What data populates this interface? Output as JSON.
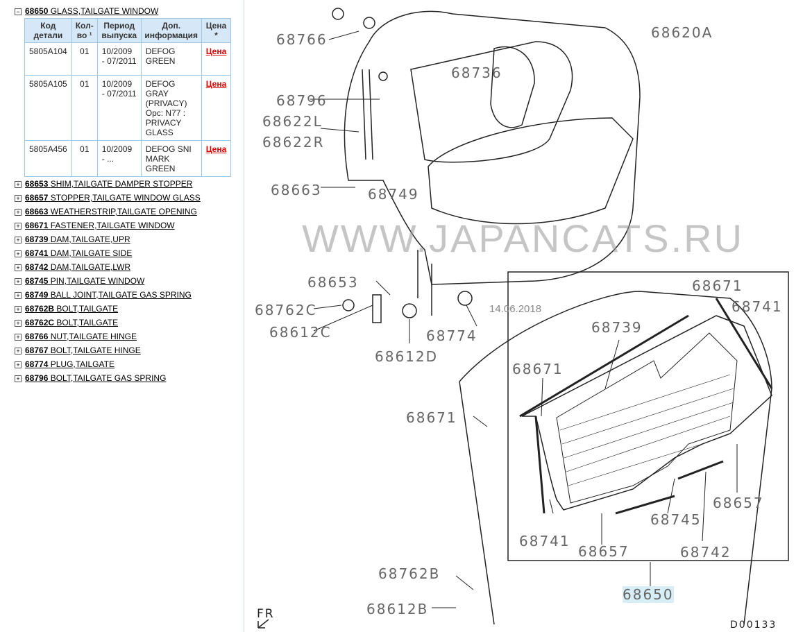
{
  "group": {
    "code": "68650",
    "name": "GLASS,TAILGATE WINDOW",
    "toggle": "−"
  },
  "table": {
    "headers": [
      "Код детали",
      "Кол-во ¹",
      "Период выпуска",
      "Доп. информация",
      "Цена *"
    ],
    "rows": [
      {
        "code": "5805A104",
        "qty": "01",
        "period": "10/2009 - 07/2011",
        "info": "DEFOG GREEN",
        "price": "Цена"
      },
      {
        "code": "5805A105",
        "qty": "01",
        "period": "10/2009 - 07/2011",
        "info": "DEFOG GRAY (PRIVACY) Opc: N77 : PRIVACY GLASS",
        "price": "Цена"
      },
      {
        "code": "5805A456",
        "qty": "01",
        "period": "10/2009 - ...",
        "info": "DEFOG SNI MARK GREEN",
        "price": "Цена"
      }
    ]
  },
  "parts": [
    {
      "code": "68653",
      "name": "SHIM,TAILGATE DAMPER STOPPER"
    },
    {
      "code": "68657",
      "name": "STOPPER,TAILGATE WINDOW GLASS"
    },
    {
      "code": "68663",
      "name": "WEATHERSTRIP,TAILGATE OPENING"
    },
    {
      "code": "68671",
      "name": "FASTENER,TAILGATE WINDOW"
    },
    {
      "code": "68739",
      "name": "DAM,TAILGATE,UPR"
    },
    {
      "code": "68741",
      "name": "DAM,TAILGATE SIDE"
    },
    {
      "code": "68742",
      "name": "DAM,TAILGATE,LWR"
    },
    {
      "code": "68745",
      "name": "PIN,TAILGATE WINDOW"
    },
    {
      "code": "68749",
      "name": "BALL JOINT,TAILGATE GAS SPRING"
    },
    {
      "code": "68762B",
      "name": "BOLT,TAILGATE"
    },
    {
      "code": "68762C",
      "name": "BOLT,TAILGATE"
    },
    {
      "code": "68766",
      "name": "NUT,TAILGATE HINGE"
    },
    {
      "code": "68767",
      "name": "BOLT,TAILGATE HINGE"
    },
    {
      "code": "68774",
      "name": "PLUG,TAILGATE"
    },
    {
      "code": "68796",
      "name": "BOLT,TAILGATE GAS SPRING"
    }
  ],
  "plus": "+",
  "diagram": {
    "labels": [
      "68766",
      "68620A",
      "68736",
      "68796",
      "68622L",
      "68622R",
      "68663",
      "68749",
      "68653",
      "68762C",
      "68612C",
      "68774",
      "68612D",
      "68671",
      "68741",
      "68739",
      "68671",
      "68671",
      "68657",
      "68745",
      "68741",
      "68657",
      "68742",
      "68762B",
      "68650",
      "68612B"
    ],
    "watermark": "WWW.JAPANCATS.RU",
    "date": "14.06.2018",
    "direction": "FR",
    "diagram_id": "D00133"
  }
}
